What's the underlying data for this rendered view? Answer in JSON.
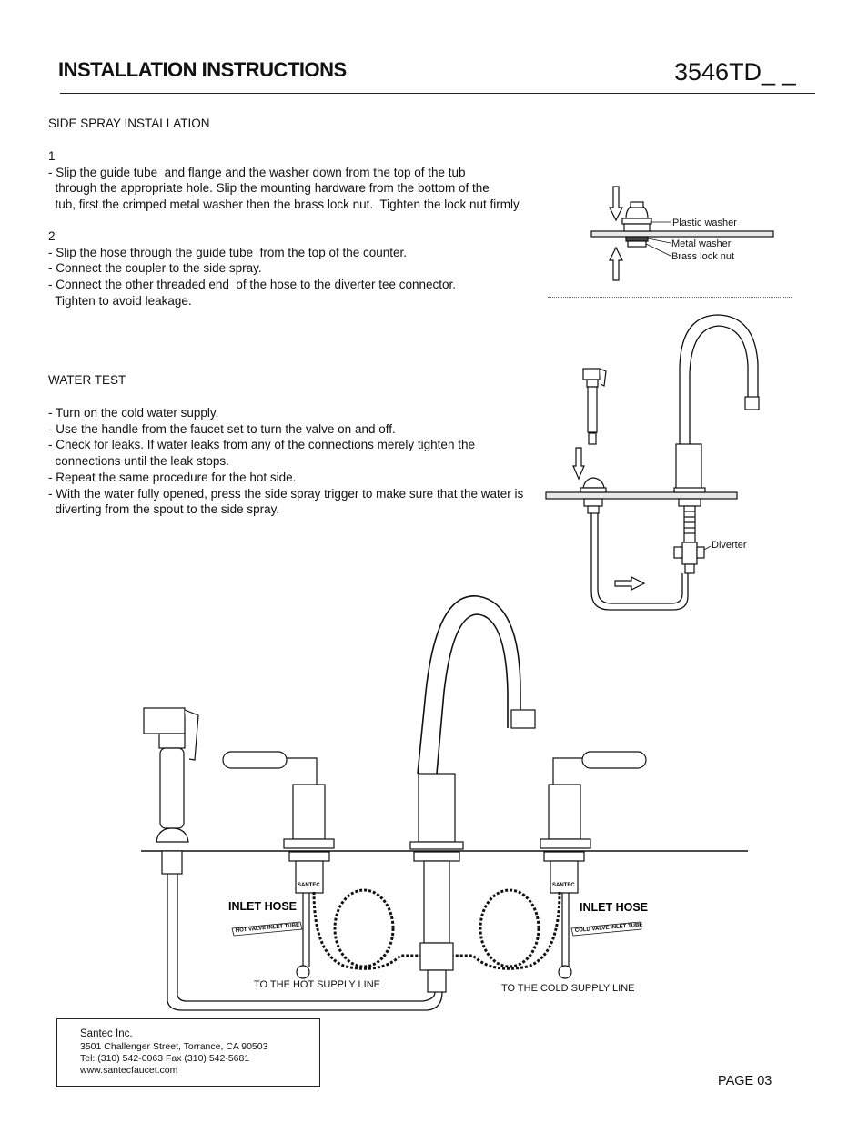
{
  "header": {
    "title": "INSTALLATION INSTRUCTIONS",
    "model": "3546TD_ _"
  },
  "side_spray": {
    "heading": "SIDE SPRAY INSTALLATION",
    "step1": "1\n- Slip the guide tube  and flange and the washer down from the top of the tub\n  through the appropriate hole. Slip the mounting hardware from the bottom of the\n  tub, first the crimped metal washer then the brass lock nut.  Tighten the lock nut firmly.",
    "step2": "2\n- Slip the hose through the guide tube  from the top of the counter.\n- Connect the coupler to the side spray.\n- Connect the other threaded end  of the hose to the diverter tee connector.\n  Tighten to avoid leakage."
  },
  "water_test": {
    "heading": "WATER TEST",
    "body": "- Turn on the cold water supply.\n- Use the handle from the faucet set to turn the valve on and off.\n- Check for leaks. If water leaks from any of the connections merely tighten the\n  connections until the leak stops.\n- Repeat the same procedure for the hot side.\n- With the water fully opened, press the side spray trigger to make sure that the water is\n  diverting from the spout to the side spray."
  },
  "diagram_labels": {
    "plastic_washer": "Plastic washer",
    "metal_washer": "Metal washer",
    "brass_lock_nut": "Brass lock nut",
    "diverter": "Diverter",
    "inlet_hose_left": "INLET HOSE",
    "inlet_hose_right": "INLET HOSE",
    "hot_valve_tube": "HOT VALVE INLET TUBE",
    "cold_valve_tube": "COLD VALVE INLET TUBE",
    "brand_mark_left": "SANTEC",
    "brand_mark_right": "SANTEC",
    "hot_supply": "TO THE HOT  SUPPLY LINE",
    "cold_supply": "TO THE COLD SUPPLY LINE"
  },
  "footer": {
    "company": "Santec Inc.",
    "address": "3501 Challenger Street, Torrance, CA 90503",
    "phone": "Tel: (310) 542-0063  Fax (310) 542-5681",
    "website": "www.santecfaucet.com",
    "page": "PAGE  03"
  }
}
